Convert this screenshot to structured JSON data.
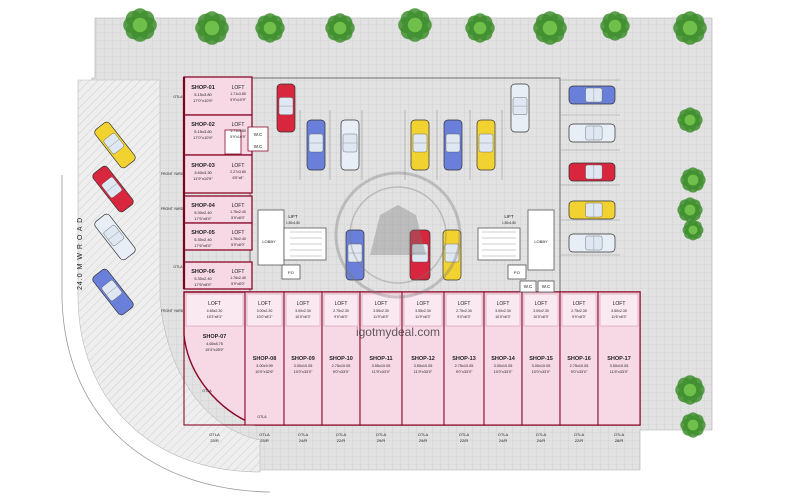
{
  "road_label": "24.0 M W R O A D",
  "watermark": "igotmydeal.com",
  "side_shops": [
    {
      "id": "shop-01",
      "name": "SHOP-01",
      "size": "5.15x3.80",
      "ft": "17'0\"x10'9\"",
      "loft": "LOFT",
      "loft_size": "1.71x3.80",
      "loft_ft": "5'9\"x10'9\""
    },
    {
      "id": "shop-02",
      "name": "SHOP-02",
      "size": "5.15x3.80",
      "ft": "17'0\"x10'9\"",
      "loft": "LOFT",
      "loft_size": "1.71x3.80",
      "loft_ft": "5'9\"x10'9\""
    },
    {
      "id": "shop-03",
      "name": "SHOP-03",
      "size": "3.60x3.30",
      "ft": "11'9\"x10'9\"",
      "loft": "LOFT",
      "loft_size": "2.27x3.80",
      "loft_ft": "6'5\"x8\""
    },
    {
      "id": "shop-04",
      "name": "SHOP-04",
      "size": "5.30x2.40",
      "ft": "17'6\"x8'0\"",
      "loft": "LOFT",
      "loft_size": "1.76x2.40",
      "loft_ft": "5'9\"x8'0\""
    },
    {
      "id": "shop-05",
      "name": "SHOP-05",
      "size": "5.30x2.40",
      "ft": "17'6\"x8'0\"",
      "loft": "LOFT",
      "loft_size": "1.76x2.40",
      "loft_ft": "5'9\"x8'0\""
    },
    {
      "id": "shop-06",
      "name": "SHOP-06",
      "size": "5.30x2.40",
      "ft": "17'6\"x8'0\"",
      "loft": "LOFT",
      "loft_size": "1.76x2.40",
      "loft_ft": "5'9\"x8'0\""
    }
  ],
  "front_shops": [
    {
      "id": "shop-07",
      "name": "SHOP-07",
      "size": "4.65x8.75",
      "ft": "15'3\"x28'9\"",
      "loft_size": "4.65x2.30",
      "loft_ft": "15'3\"x8'3\"",
      "otla": "OTLA 25/R"
    },
    {
      "id": "shop-08",
      "name": "SHOP-08",
      "size": "3.00x9.90",
      "ft": "10'0\"x32'6\"",
      "loft_size": "3.00x2.30",
      "loft_ft": "10'0\"x8'3\"",
      "otla": "OTLA 25/R"
    },
    {
      "id": "shop-09",
      "name": "SHOP-09",
      "size": "3.00x10.05",
      "ft": "10'0\"x33'0\"",
      "loft_size": "3.00x2.30",
      "loft_ft": "10'0\"x8'3\"",
      "otla": "OTLA 24/R"
    },
    {
      "id": "shop-10",
      "name": "SHOP-10",
      "size": "2.75x10.05",
      "ft": "9'0\"x33'0\"",
      "loft_size": "2.75x2.30",
      "loft_ft": "9'0\"x8'3\"",
      "otla": "OTLA 22/R"
    },
    {
      "id": "shop-11",
      "name": "SHOP-11",
      "size": "3.55x10.05",
      "ft": "11'9\"x33'0\"",
      "loft_size": "3.55x2.30",
      "loft_ft": "11'9\"x8'3\"",
      "otla": "OTLA 29/R"
    },
    {
      "id": "shop-12",
      "name": "SHOP-12",
      "size": "3.55x10.05",
      "ft": "11'9\"x33'0\"",
      "loft_size": "3.55x2.30",
      "loft_ft": "11'9\"x8'3\"",
      "otla": "OTLA 29/R"
    },
    {
      "id": "shop-13",
      "name": "SHOP-13",
      "size": "2.75x10.05",
      "ft": "9'0\"x33'0\"",
      "loft_size": "2.75x2.30",
      "loft_ft": "9'0\"x8'3\"",
      "otla": "OTLA 22/R"
    },
    {
      "id": "shop-14",
      "name": "SHOP-14",
      "size": "3.00x10.05",
      "ft": "10'0\"x33'0\"",
      "loft_size": "3.00x2.30",
      "loft_ft": "10'0\"x8'3\"",
      "otla": "OTLA 24/R"
    },
    {
      "id": "shop-15",
      "name": "SHOP-15",
      "size": "3.00x10.05",
      "ft": "10'0\"x33'0\"",
      "loft_size": "3.00x2.30",
      "loft_ft": "10'0\"x8'3\"",
      "otla": "OTLA 24/R"
    },
    {
      "id": "shop-16",
      "name": "SHOP-16",
      "size": "2.75x10.05",
      "ft": "9'0\"x33'0\"",
      "loft_size": "2.75x2.30",
      "loft_ft": "9'0\"x8'3\"",
      "otla": "OTLA 22/R"
    },
    {
      "id": "shop-17",
      "name": "SHOP-17",
      "size": "3.50x10.05",
      "ft": "11'6\"x33'0\"",
      "loft_size": "3.50x2.30",
      "loft_ft": "11'6\"x8'3\"",
      "otla": "OTLA 28/R"
    }
  ],
  "loft_label": "LOFT",
  "labels": {
    "lobby": "LOBBY",
    "wc": "W.C",
    "lift": "LIFT",
    "lift_size": "1.50x1.80",
    "pd": "P.D",
    "front_yard": "FRONT YARD",
    "otla": "OTLA"
  },
  "colors": {
    "shop_fill": "#f7d9e6",
    "wall": "#7a0020",
    "paving": "#dcdcdc",
    "tree": "#3f8f2f"
  }
}
